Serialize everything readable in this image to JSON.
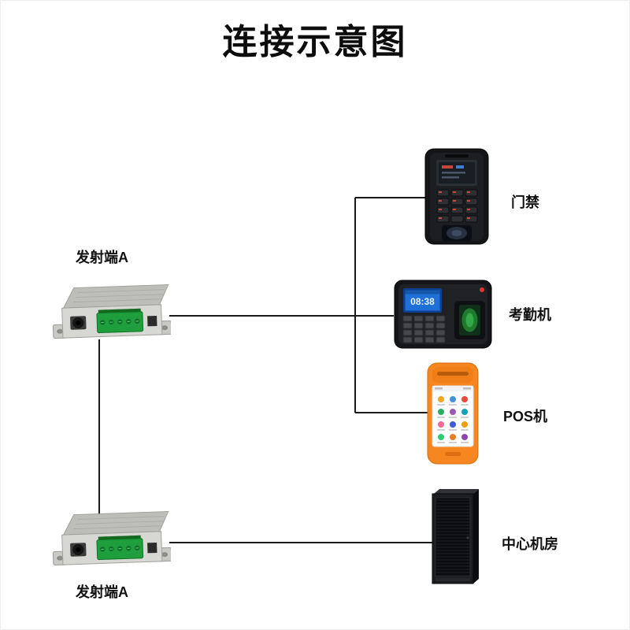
{
  "title": "连接示意图",
  "nodes": {
    "transmitter_top": {
      "label": "发射端A"
    },
    "transmitter_bottom": {
      "label": "发射端A"
    },
    "access_control": {
      "label": "门禁"
    },
    "attendance": {
      "label": "考勤机",
      "screen_time": "08:38"
    },
    "pos": {
      "label": "POS机"
    },
    "server_room": {
      "label": "中心机房"
    }
  },
  "colors": {
    "line": "#1a1a1a",
    "transceiver_green": "#1e9e3c",
    "pos_orange": "#f6861f",
    "attendance_screen_blue": "#1e6fd6"
  }
}
